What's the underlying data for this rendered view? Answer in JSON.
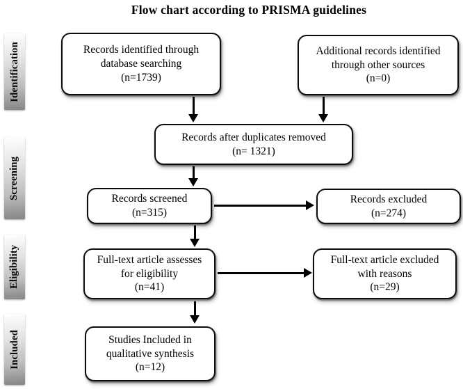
{
  "title": "Flow chart according to PRISMA guidelines",
  "sidebar": {
    "stages": [
      {
        "label": "Identification"
      },
      {
        "label": "Screening"
      },
      {
        "label": "Eligibility"
      },
      {
        "label": "Included"
      }
    ]
  },
  "boxes": {
    "records_identified": {
      "lines": [
        "Records identified through",
        "database searching",
        "(n=1739)"
      ]
    },
    "additional_records": {
      "lines": [
        "Additional records identified",
        "through other sources",
        "(n=0)"
      ]
    },
    "duplicates_removed": {
      "lines": [
        "Records after duplicates removed",
        "(n= 1321)"
      ]
    },
    "records_screened": {
      "lines": [
        "Records screened",
        "(n=315)"
      ]
    },
    "records_excluded": {
      "lines": [
        "Records excluded",
        "(n=274)"
      ]
    },
    "fulltext_assessed": {
      "lines": [
        "Full-text article assesses",
        "for eligibility",
        "(n=41)"
      ]
    },
    "fulltext_excluded": {
      "lines": [
        "Full-text article excluded",
        "with reasons",
        "(n=29)"
      ]
    },
    "studies_included": {
      "lines": [
        "Studies Included in",
        "qualitative synthesis",
        "(n=12)"
      ]
    }
  },
  "connections": [
    {
      "from": "records_identified",
      "to": "duplicates_removed",
      "direction": "down"
    },
    {
      "from": "additional_records",
      "to": "duplicates_removed",
      "direction": "down"
    },
    {
      "from": "duplicates_removed",
      "to": "records_screened",
      "direction": "down"
    },
    {
      "from": "records_screened",
      "to": "records_excluded",
      "direction": "right"
    },
    {
      "from": "records_screened",
      "to": "fulltext_assessed",
      "direction": "down"
    },
    {
      "from": "fulltext_assessed",
      "to": "fulltext_excluded",
      "direction": "right"
    },
    {
      "from": "fulltext_assessed",
      "to": "studies_included",
      "direction": "down"
    }
  ],
  "colors": {
    "box_border": "#0d0d0d",
    "box_fill": "#ffffff",
    "text": "#000000",
    "arrow": "#000000",
    "stage_gradient_top": "#ffffff",
    "stage_gradient_bottom": "#858585"
  }
}
